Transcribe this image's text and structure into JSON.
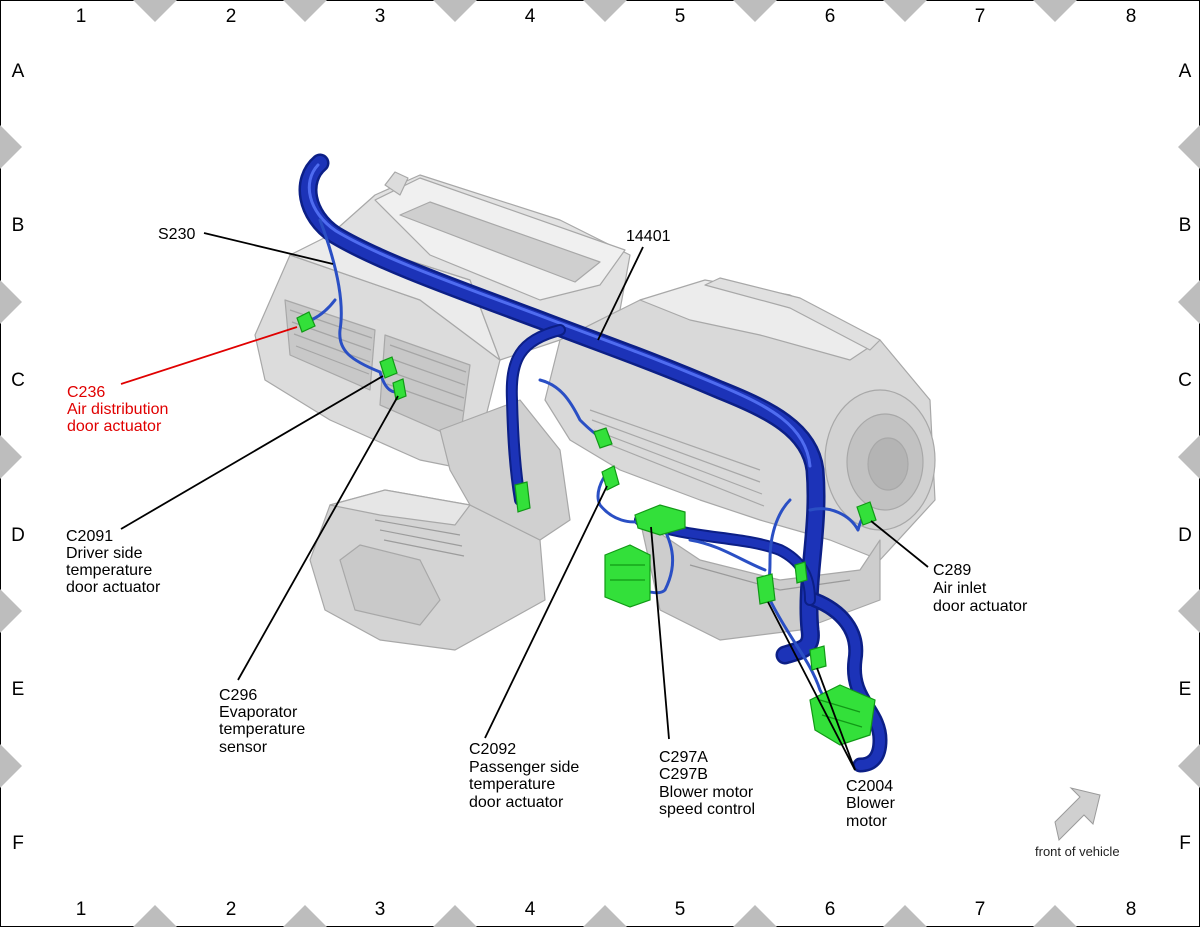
{
  "grid": {
    "columns": [
      "1",
      "2",
      "3",
      "4",
      "5",
      "6",
      "7",
      "8"
    ],
    "rows": [
      "A",
      "B",
      "C",
      "D",
      "E",
      "F"
    ]
  },
  "colors": {
    "harness": "#1c33b8",
    "harness_dark": "#0c1f86",
    "harness_light": "#4f6cf0",
    "connector": "#33e03a",
    "connector_dark": "#119916",
    "housing": "#d7d7d7",
    "housing_edge": "#a8a8a8",
    "highlight_label": "#e00000",
    "border_marker": "#bdbdbd"
  },
  "labels": {
    "s230": "S230",
    "harness_14401": "14401",
    "c236": [
      "C236",
      "Air distribution",
      "door actuator"
    ],
    "c2091": [
      "C2091",
      "Driver side",
      "temperature",
      "door actuator"
    ],
    "c296": [
      "C296",
      "Evaporator",
      "temperature",
      "sensor"
    ],
    "c2092": [
      "C2092",
      "Passenger side",
      "temperature",
      "door actuator"
    ],
    "c297": [
      "C297A",
      "C297B",
      "Blower motor",
      "speed control"
    ],
    "c2004": [
      "C2004",
      "Blower",
      "motor"
    ],
    "c289": [
      "C289",
      "Air inlet",
      "door actuator"
    ]
  },
  "orientation": {
    "arrow_icon": "arrow-up-right-icon",
    "text": "front of vehicle"
  }
}
